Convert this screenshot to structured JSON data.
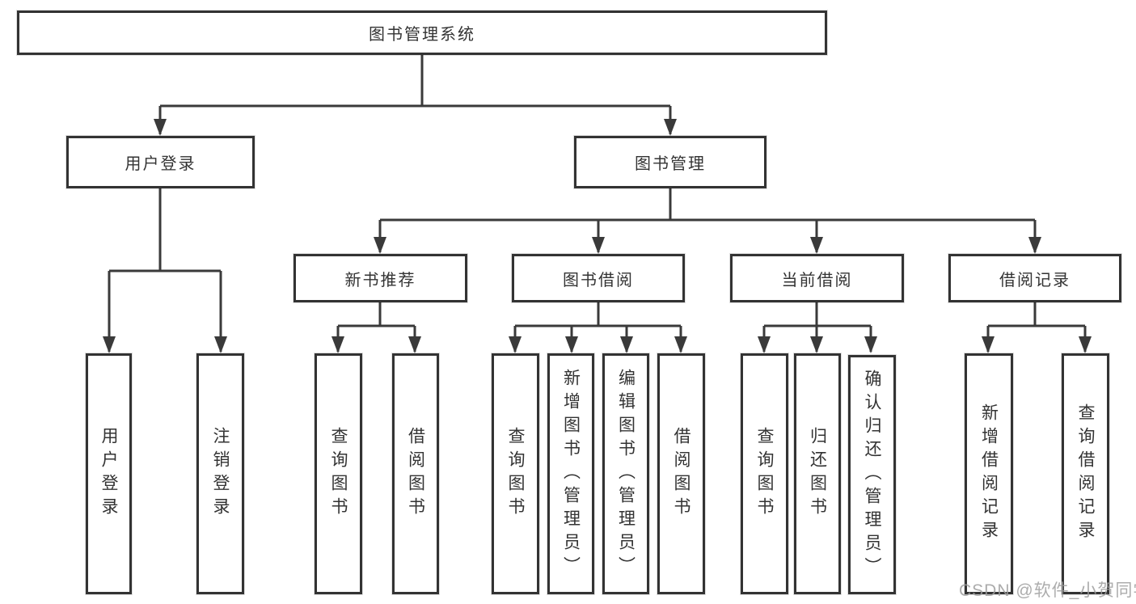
{
  "tree": {
    "root": {
      "label": "图书管理系统"
    },
    "branches": [
      {
        "label": "用户登录",
        "children": [
          {
            "label": "用户登录"
          },
          {
            "label": "注销登录"
          }
        ]
      },
      {
        "label": "图书管理",
        "children": [
          {
            "label": "新书推荐",
            "children": [
              {
                "label": "查询图书"
              },
              {
                "label": "借阅图书"
              }
            ]
          },
          {
            "label": "图书借阅",
            "children": [
              {
                "label": "查询图书"
              },
              {
                "label": "新增图书（管理员）"
              },
              {
                "label": "编辑图书（管理员）"
              },
              {
                "label": "借阅图书"
              }
            ]
          },
          {
            "label": "当前借阅",
            "children": [
              {
                "label": "查询图书"
              },
              {
                "label": "归还图书"
              },
              {
                "label": "确认归还（管理员）"
              }
            ]
          },
          {
            "label": "借阅记录",
            "children": [
              {
                "label": "新增借阅记录"
              },
              {
                "label": "查询借阅记录"
              }
            ]
          }
        ]
      }
    ]
  },
  "watermark": {
    "text": "CSDN @软件_小贺同学"
  },
  "colors": {
    "line": "#3a3a3a",
    "border": "#333333",
    "text": "#333333",
    "node_bg": "#ffffff",
    "background": "#ffffff",
    "watermark": "#9e9e9e"
  }
}
